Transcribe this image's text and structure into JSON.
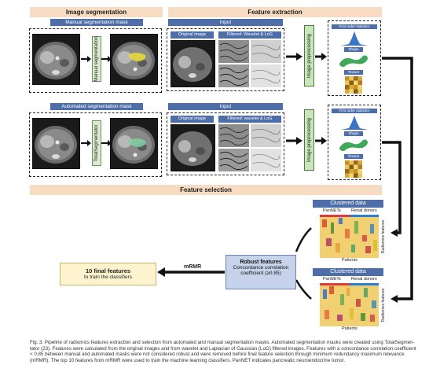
{
  "sections": {
    "image_segmentation": "Image segmentation",
    "feature_extraction": "Feature extraction",
    "feature_selection": "Feature selection"
  },
  "manual_row": {
    "mask_title": "Manual segmentation mask",
    "step_label": "Manual segmentation",
    "input_title": "Input",
    "original_label": "Original image",
    "filtered_label": "Filtered: Wavelet & LoG",
    "preproc_label": "Image preprocessing",
    "stats": {
      "first_order": "First order statistics",
      "shape": "Shape",
      "texture": "Texture"
    }
  },
  "auto_row": {
    "mask_title": "Automated segmentation mask",
    "step_label": "TotalSegmentator",
    "input_title": "Input",
    "original_label": "Original image",
    "filtered_label": "Filtered: wavelet & LoG",
    "preproc_label": "Image preprocessing",
    "stats": {
      "first_order": "First order statistics",
      "shape": "Shape",
      "texture": "Texture"
    }
  },
  "clustered": [
    {
      "title": "Clustered data",
      "col_a": "PanNETs",
      "col_b": "Renal donors",
      "y_axis": "Radiomics features",
      "x_axis": "Patients"
    },
    {
      "title": "Clustered data",
      "col_a": "PanNETs",
      "col_b": "Renal donors",
      "y_axis": "Radiomics features",
      "x_axis": "Patients"
    }
  ],
  "robust_box": {
    "title": "Robust features",
    "line1": "Concordance correlation",
    "line2": "coefficient (≥0.85)"
  },
  "mrmr_label": "mRMR",
  "final_box": {
    "title": "10 final features",
    "subtitle": "to train the classifiers"
  },
  "caption": {
    "line1": "Fig. 3. Pipeline of radiomics features extraction and selection from automated and manual segmentation masks. Automated segmentation masks were created using TotalSegmen-",
    "line2": "tator (23). Features were calculated from the original images and from wavelet and Laplacian of Gaussian (LoG) filtered images. Features with a concordance correlation coefficient",
    "line3": "< 0.85 between manual and automated masks were not considered robust and were removed before final feature selection through minimum redundancy maximum relevance",
    "line4": "(mRMR). The top 10 features from mRMR were used to train the machine learning classifiers. PanNET indicates pancreatic neuroendocrine tumor."
  },
  "colors": {
    "header_bg": "#f7dcc3",
    "subheader_bg": "#4d6ea8",
    "highlight_mask": "#e8d63a",
    "auto_mask": "#7fd0a0",
    "pannet_bar": "#e03a3a",
    "donor_bar": "#2a7dd6"
  }
}
